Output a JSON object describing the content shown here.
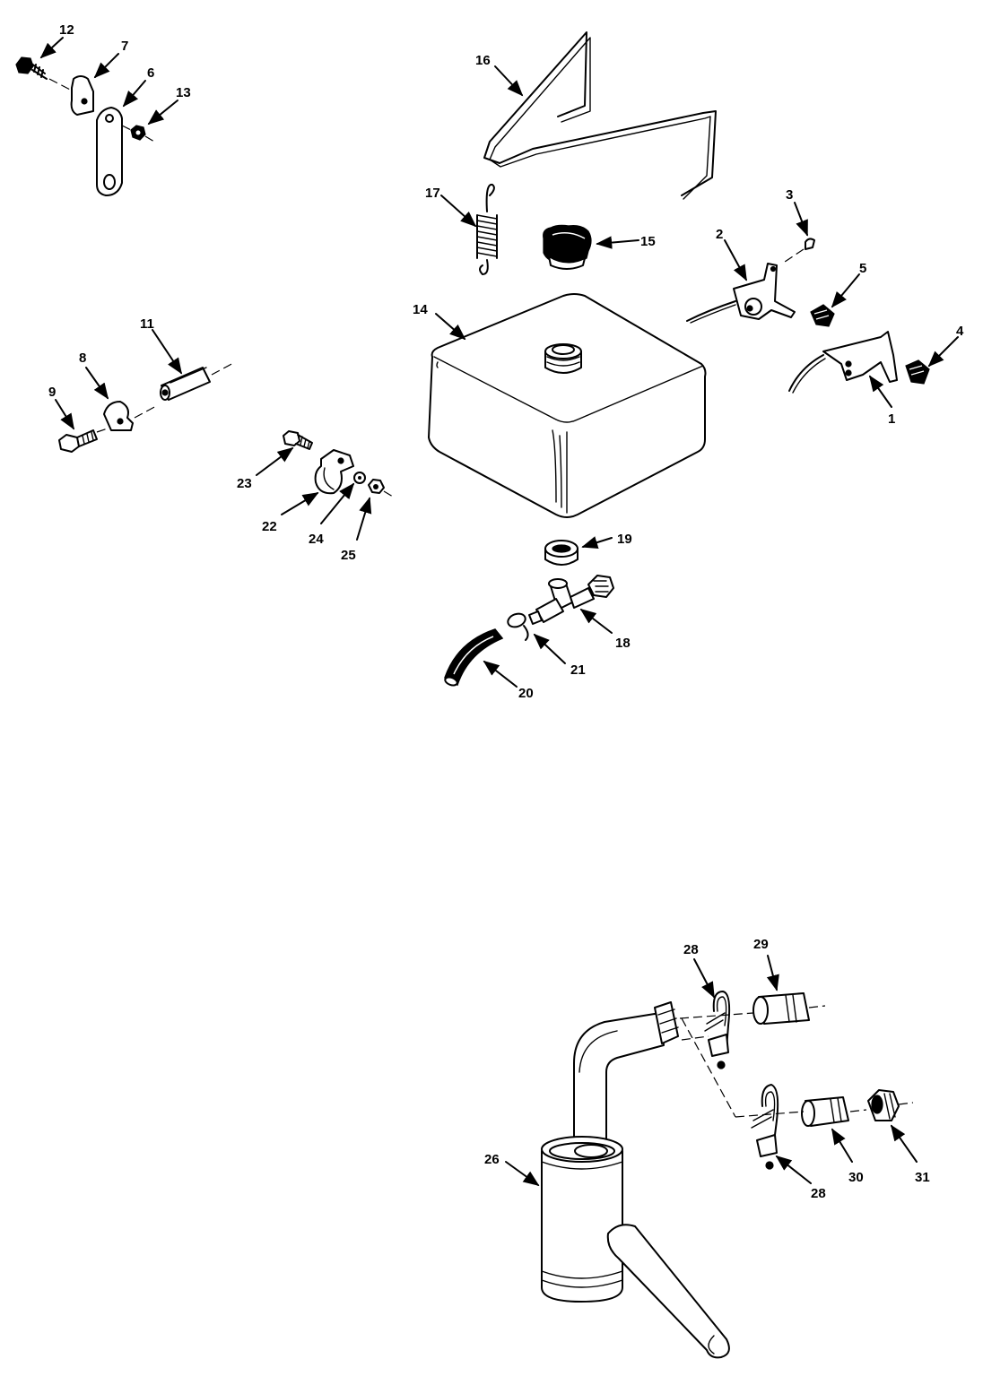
{
  "callouts": {
    "p1": "1",
    "p2": "2",
    "p3": "3",
    "p4": "4",
    "p5": "5",
    "p6": "6",
    "p7": "7",
    "p8": "8",
    "p9": "9",
    "p11": "11",
    "p12": "12",
    "p13": "13",
    "p14": "14",
    "p15": "15",
    "p16": "16",
    "p17": "17",
    "p18": "18",
    "p19": "19",
    "p20": "20",
    "p21": "21",
    "p22": "22",
    "p23": "23",
    "p24": "24",
    "p25": "25",
    "p26": "26",
    "p28a": "28",
    "p28b": "28",
    "p29": "29",
    "p30": "30",
    "p31": "31"
  }
}
